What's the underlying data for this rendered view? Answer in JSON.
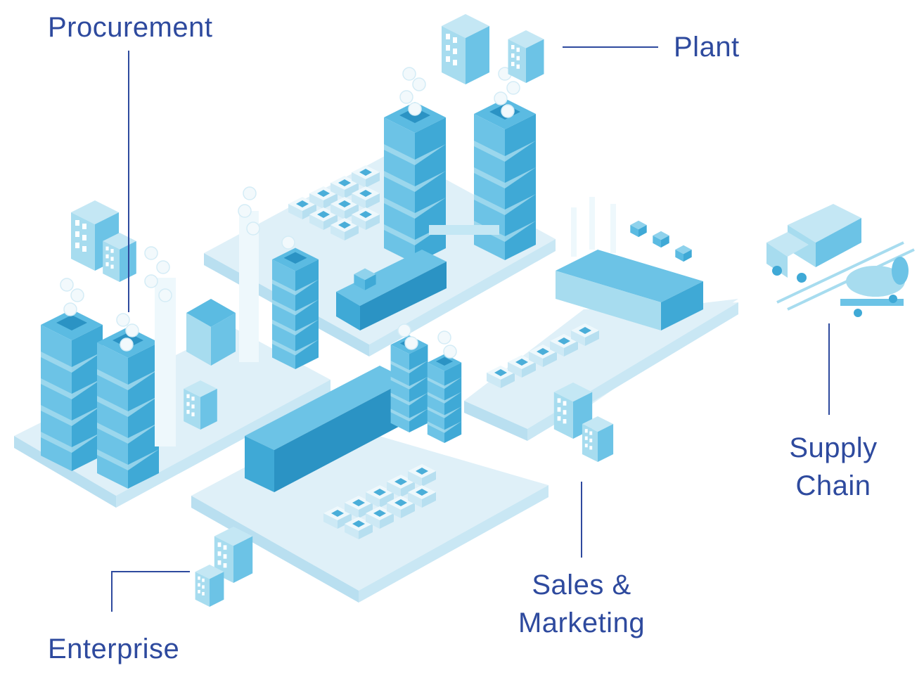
{
  "labels": {
    "procurement": "Procurement",
    "plant": "Plant",
    "supply_chain_line1": "Supply",
    "supply_chain_line2": "Chain",
    "sales_line1": "Sales &",
    "sales_line2": "Marketing",
    "enterprise": "Enterprise"
  },
  "colors": {
    "label_text": "#2e4a9e",
    "platform_top": "#dff0f8",
    "platform_side": "#b9dff0",
    "building_light": "#a7dcef",
    "building_mid": "#6cc3e6",
    "building_dark": "#3fa9d6",
    "building_deep": "#2b93c4"
  }
}
